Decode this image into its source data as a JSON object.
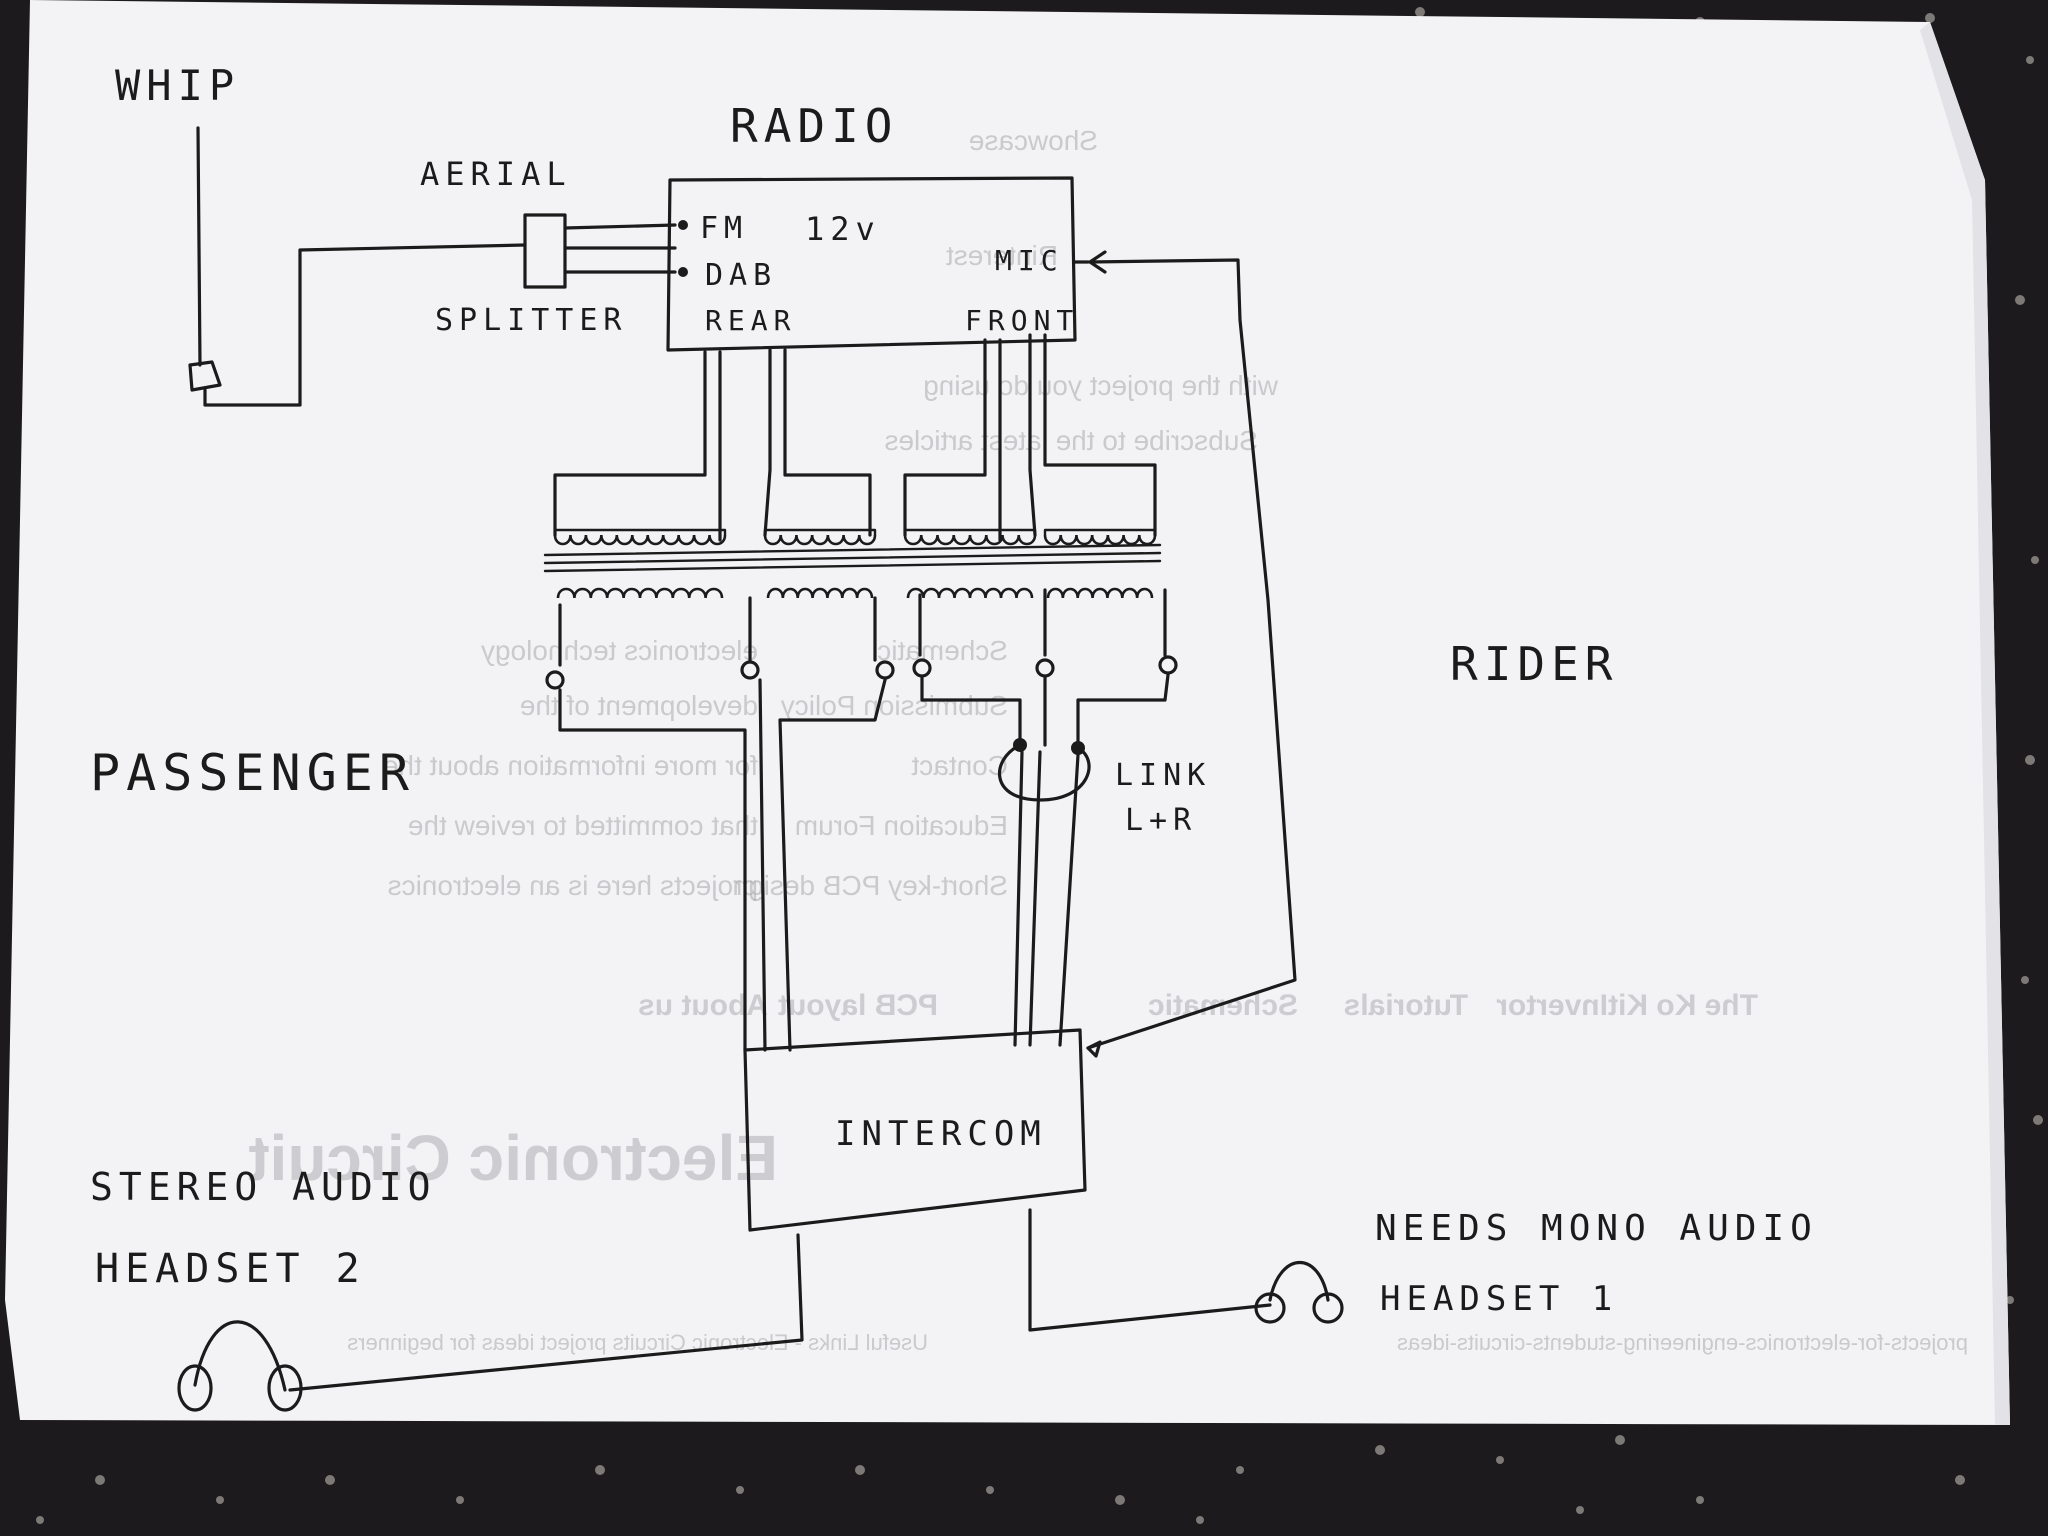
{
  "labels": {
    "whip": "WHIP",
    "radio": "RADIO",
    "aerial": "AERIAL",
    "splitter": "SPLITTER",
    "fm": "FM",
    "dab": "DAB",
    "power": "12v",
    "mic": "MIC",
    "rear": "REAR",
    "front": "FRONT",
    "rider": "RIDER",
    "passenger": "PASSENGER",
    "link_line1": "LINK",
    "link_line2": "L+R",
    "intercom": "INTERCOM",
    "headset2_line1": "STEREO AUDIO",
    "headset2_line2": "HEADSET 2",
    "headset1_note": "NEEDS MONO AUDIO",
    "headset1": "HEADSET 1"
  },
  "show_through": {
    "heading": "Electronic Circuit",
    "tabs": [
      "About us",
      "PCB layout",
      "Schematic",
      "Tutorials",
      "Invertor",
      "The Ko Kit"
    ],
    "lines_left": [
      "electronics technology",
      "development of the",
      "for more information about the",
      "that committed to review the",
      "projects here is an electronics"
    ],
    "lines_right": [
      "Schematic",
      "Submission Policy",
      "Contact",
      "Education Forum",
      "Short-key PCB design"
    ],
    "top_lines": [
      "Showcase",
      "Rinterest",
      "with the project you do using",
      "Subscribe to the latest articles"
    ],
    "footer_left": "Useful Links - Electronic Circuits project ideas for beginners",
    "footer_right": "projects-for-electronics-engineering-students-circuits-ideas"
  },
  "colors": {
    "paper": "#f3f3f5",
    "ink": "#1b1b1b",
    "table": "#1c1a1c",
    "show_through": "#a9a9ae"
  }
}
